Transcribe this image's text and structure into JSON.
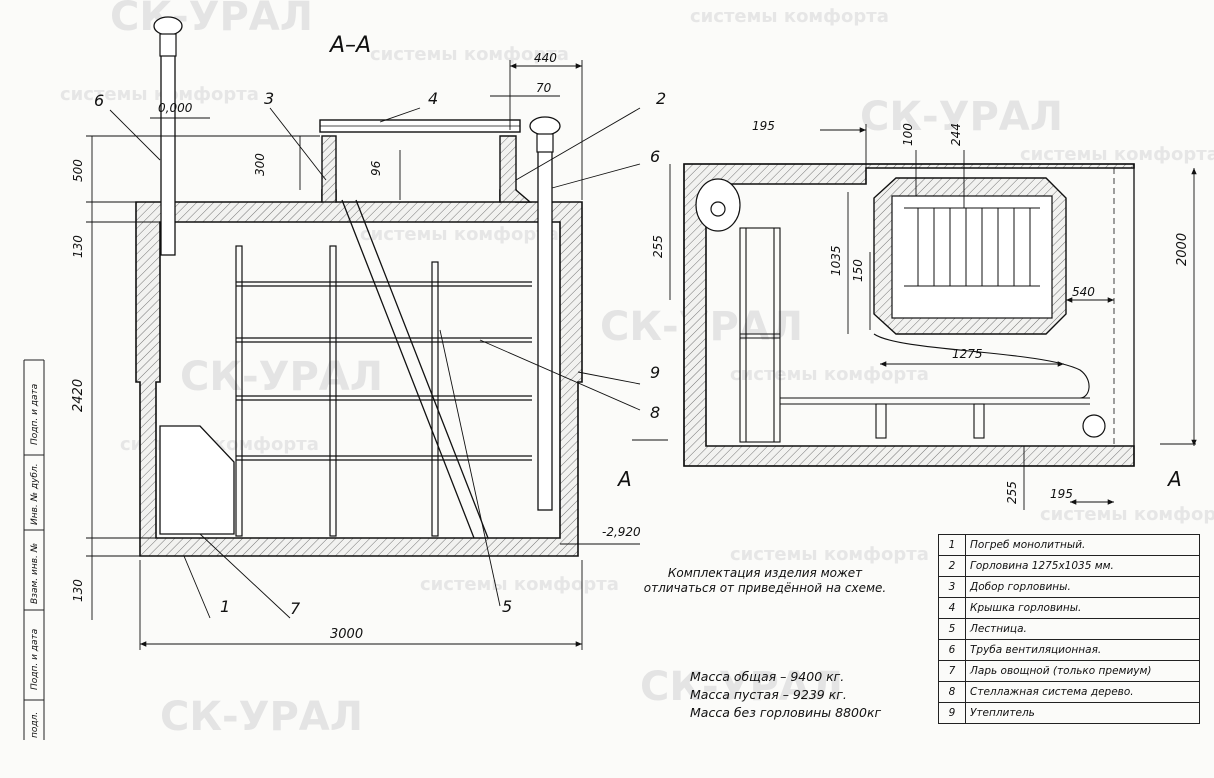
{
  "section_title": "А–А",
  "watermarks": {
    "brand": "СК-УРАЛ",
    "slogan": "системы комфорта"
  },
  "section_dims": {
    "d440": "440",
    "d70": "70",
    "d500": "500",
    "d300": "300",
    "d96": "96",
    "d130_top": "130",
    "d2420": "2420",
    "d130_bottom": "130",
    "d3000": "3000",
    "level_top": "0,000",
    "level_bottom": "-2,920"
  },
  "plan_dims": {
    "d195_top": "195",
    "d100": "100",
    "d244": "244",
    "d255_left": "255",
    "d1035": "1035",
    "d150": "150",
    "d540": "540",
    "d1275": "1275",
    "d2000": "2000",
    "d255_bottom": "255",
    "d195_bottom": "195"
  },
  "callouts": {
    "c1": "1",
    "c2": "2",
    "c3": "3",
    "c4": "4",
    "c5": "5",
    "c6a": "6",
    "c6b": "6",
    "c7": "7",
    "c8": "8",
    "c9": "9"
  },
  "section_marks": {
    "left": "A",
    "right": "A"
  },
  "title_block": {
    "r1": "Подп. и дата",
    "r2": "Инв. № дубл.",
    "r3": "Взам. инв. №",
    "r4": "Подп. и дата",
    "r5": "подл."
  },
  "notes": {
    "completeness": "Комплектация изделия может отличаться от приведённой на схеме."
  },
  "masses": {
    "total": "Масса общая – 9400 кг.",
    "empty": "Масса пустая – 9239 кг.",
    "no_neck": "Масса без горловины 8800кг"
  },
  "legend": [
    {
      "num": "1",
      "text": "Погреб монолитный."
    },
    {
      "num": "2",
      "text": "Горловина 1275х1035 мм."
    },
    {
      "num": "3",
      "text": "Добор горловины."
    },
    {
      "num": "4",
      "text": "Крышка горловины."
    },
    {
      "num": "5",
      "text": "Лестница."
    },
    {
      "num": "6",
      "text": "Труба вентиляционная."
    },
    {
      "num": "7",
      "text": "Ларь овощной (только премиум)"
    },
    {
      "num": "8",
      "text": "Стеллажная система дерево."
    },
    {
      "num": "9",
      "text": "Утеплитель"
    }
  ]
}
